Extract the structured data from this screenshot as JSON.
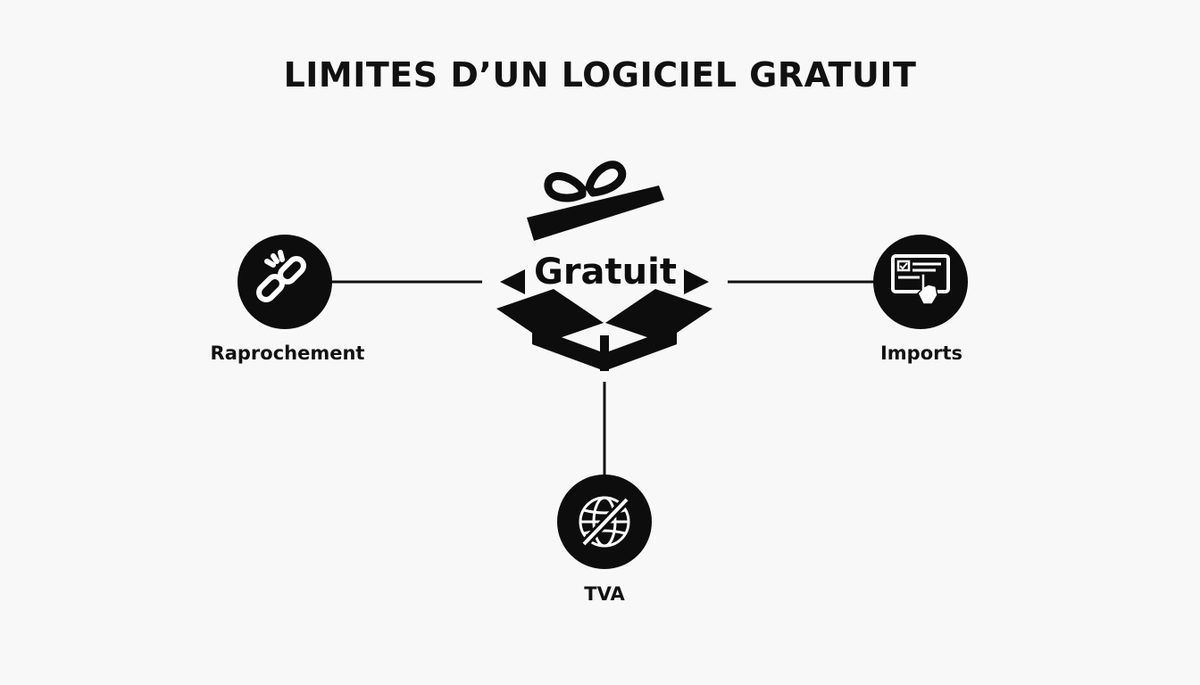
{
  "title": "LIMITES D’UN LOGICIEL GRATUIT",
  "center": {
    "label": "Gratuit",
    "icon": "gift-box-icon"
  },
  "nodes": [
    {
      "label": "Raprochement",
      "icon": "broken-link-icon"
    },
    {
      "label": "Imports",
      "icon": "screen-touch-icon"
    },
    {
      "label": "TVA",
      "icon": "globe-slash-icon"
    }
  ],
  "colors": {
    "background": "#f8f8f8",
    "ink": "#0d0d0d"
  }
}
